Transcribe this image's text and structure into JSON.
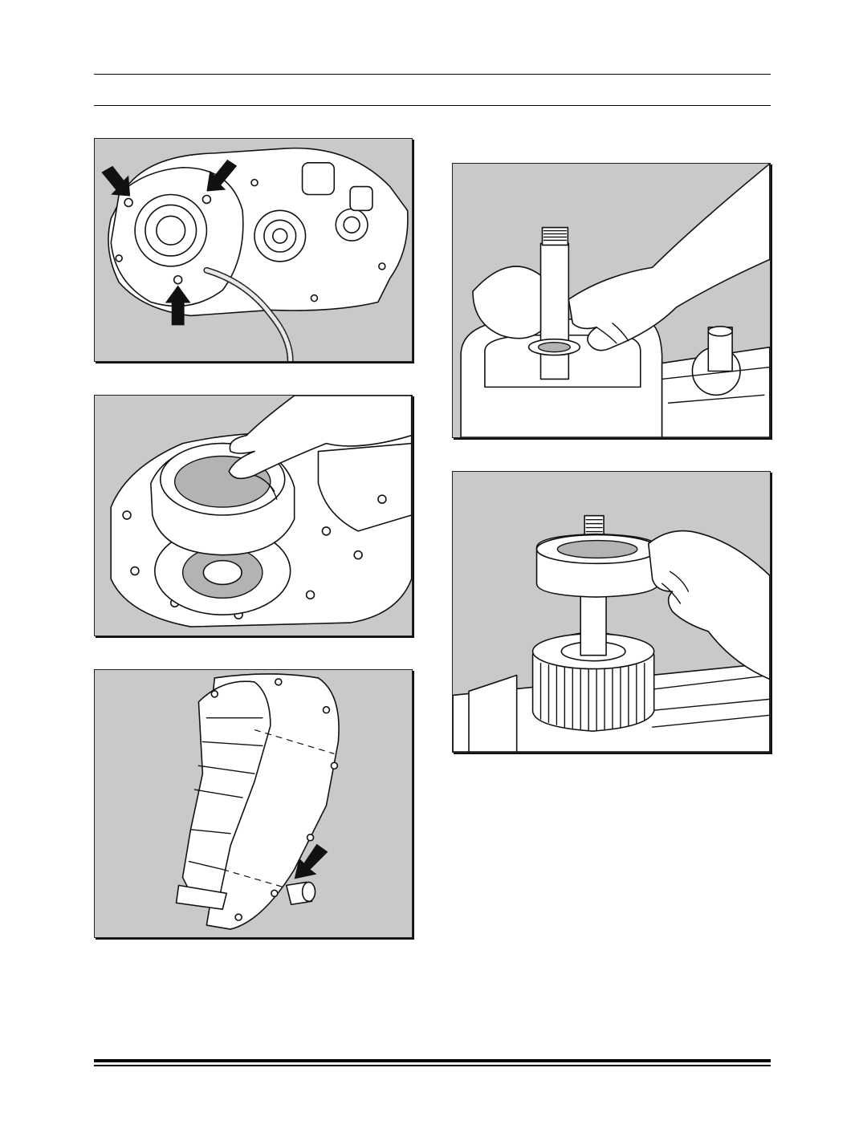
{
  "page": {
    "figures": [
      {
        "id": "fig1",
        "icon": "rear-case-bolts-illustration"
      },
      {
        "id": "fig2",
        "icon": "ring-removal-illustration"
      },
      {
        "id": "fig3",
        "icon": "case-sleeve-illustration"
      },
      {
        "id": "fig4",
        "icon": "shaft-seal-illustration"
      },
      {
        "id": "fig5",
        "icon": "sprocket-lift-illustration"
      }
    ],
    "colors": {
      "figure_bg": "#c9c9c9",
      "line": "#111111",
      "part": "#ffffff"
    }
  }
}
